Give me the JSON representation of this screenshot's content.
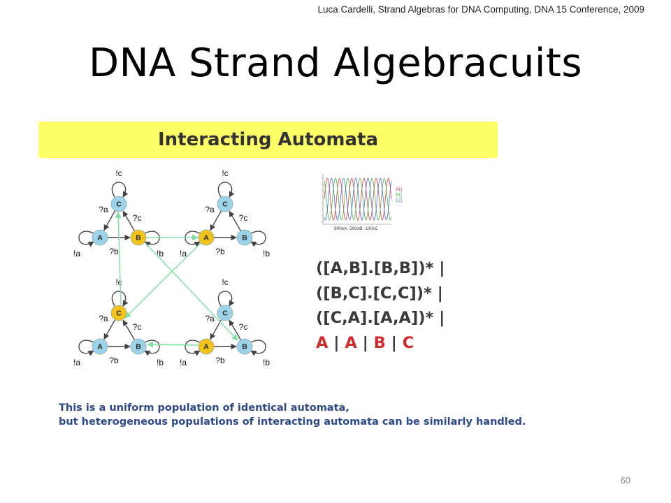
{
  "citation": "Luca Cardelli, Strand Algebras for DNA Computing, DNA 15 Conference, 2009",
  "title": "DNA Strand Algebracuits",
  "banner": "Interacting Automata",
  "diagram": {
    "node_labels": {
      "A": "A",
      "B": "B",
      "C": "C"
    },
    "loop_labels": {
      "c": "!c",
      "a": "!a",
      "b": "!b"
    },
    "edge_labels": {
      "ca": "?a",
      "bc": "?c",
      "ab": "?b"
    },
    "colors": {
      "idle": "#9cd3e8",
      "active": "#f2c318",
      "link": "#7fe0a2",
      "edge": "#444444"
    },
    "automata": [
      {
        "active": "B"
      },
      {
        "active": "A"
      },
      {
        "active": "C"
      },
      {
        "active": "A"
      }
    ]
  },
  "mini_plot": {
    "axis_label": "900xA, 500xB, 100xC",
    "legend": [
      "A()",
      "B()",
      "C()"
    ],
    "legend_colors": [
      "#d9534f",
      "#5cb85c",
      "#5b7bd5"
    ]
  },
  "expressions": {
    "lines": [
      "([A,B].[B,B])* |",
      "([B,C].[C,C])* |",
      "([C,A].[A,A])* |"
    ],
    "final": [
      "A",
      "A",
      "B",
      "C"
    ],
    "separator": "|"
  },
  "caption": [
    "This is a uniform population of identical automata,",
    "but heterogeneous populations of interacting automata can be similarly handled."
  ],
  "page_number": "60"
}
